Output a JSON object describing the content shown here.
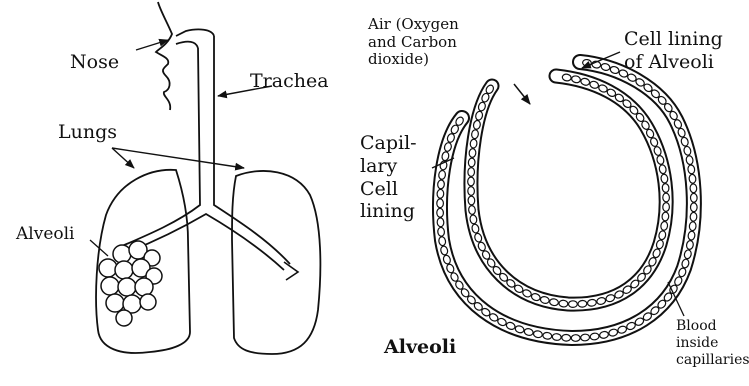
{
  "labels": {
    "nose": "Nose",
    "trachea": "Trachea",
    "lungs": "Lungs",
    "alveoli_left": "Alveoli",
    "air": [
      "Air (Oxygen",
      "and Carbon",
      "dioxide)"
    ],
    "cell_lining_alveoli": [
      "Cell lining",
      "of Alveoli"
    ],
    "capillary_lining": [
      "Capil-",
      "lary",
      "Cell",
      "lining"
    ],
    "alveoli_title": "Alveoli",
    "blood": [
      "Blood",
      "inside",
      "capillaries"
    ]
  }
}
